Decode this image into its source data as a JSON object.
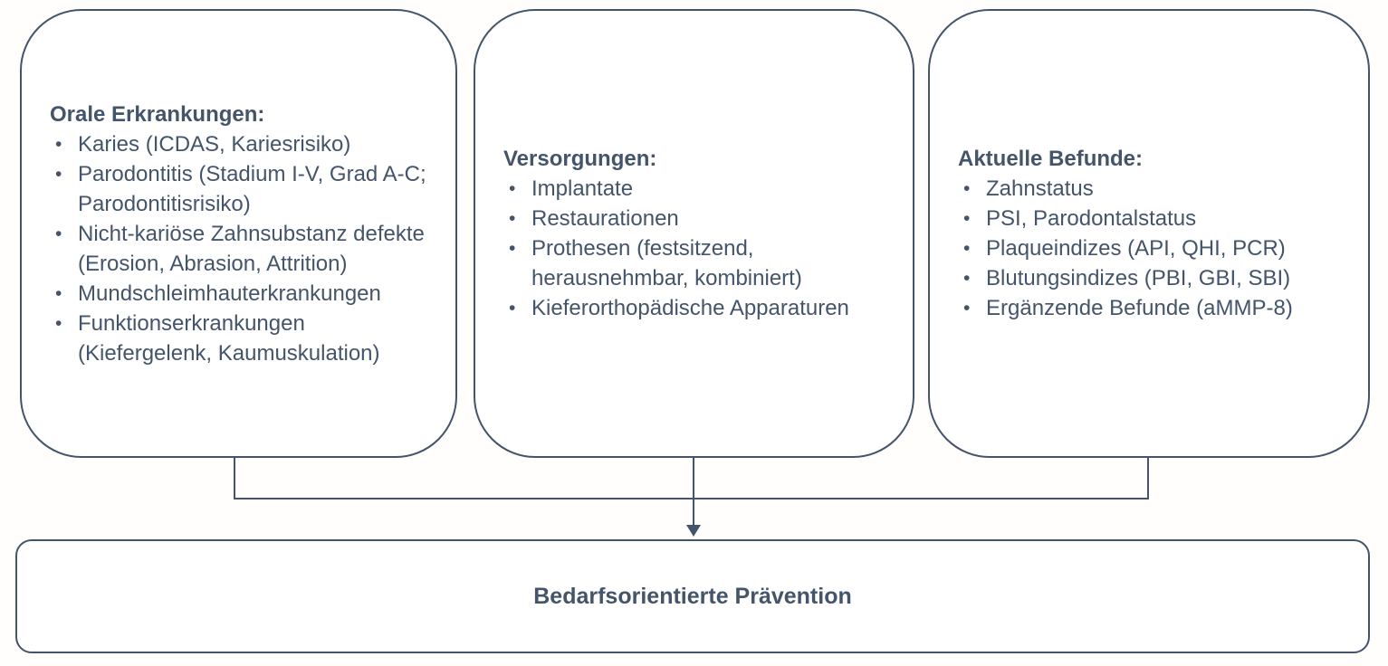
{
  "diagram": {
    "bullet_char": "•",
    "colors": {
      "accent": "#44546A",
      "box_background": "#FFFFFF",
      "page_background": "#FFFEFC"
    },
    "boxes": [
      {
        "title": "Orale Erkrankungen:",
        "items": [
          "Karies (ICDAS, Kariesrisiko)",
          "Parodontitis (Stadium I-V, Grad A-C; Parodontitisrisiko)",
          "Nicht-kariöse Zahnsubstanz defekte (Erosion, Abrasion, Attrition)",
          "Mundschleimhauterkrankungen",
          "Funktionserkrankungen (Kiefergelenk, Kaumuskulation)"
        ]
      },
      {
        "title": "Versorgungen:",
        "items": [
          "Implantate",
          "Restaurationen",
          "Prothesen (festsitzend, herausnehmbar, kombiniert)",
          "Kieferorthopädische Apparaturen"
        ]
      },
      {
        "title": "Aktuelle Befunde:",
        "items": [
          "Zahnstatus",
          "PSI, Parodontalstatus",
          "Plaqueindizes (API, QHI, PCR)",
          "Blutungsindizes (PBI, GBI, SBI)",
          "Ergänzende Befunde (aMMP-8)"
        ]
      }
    ],
    "result_box": {
      "label": "Bedarfsorientierte Prävention"
    }
  }
}
